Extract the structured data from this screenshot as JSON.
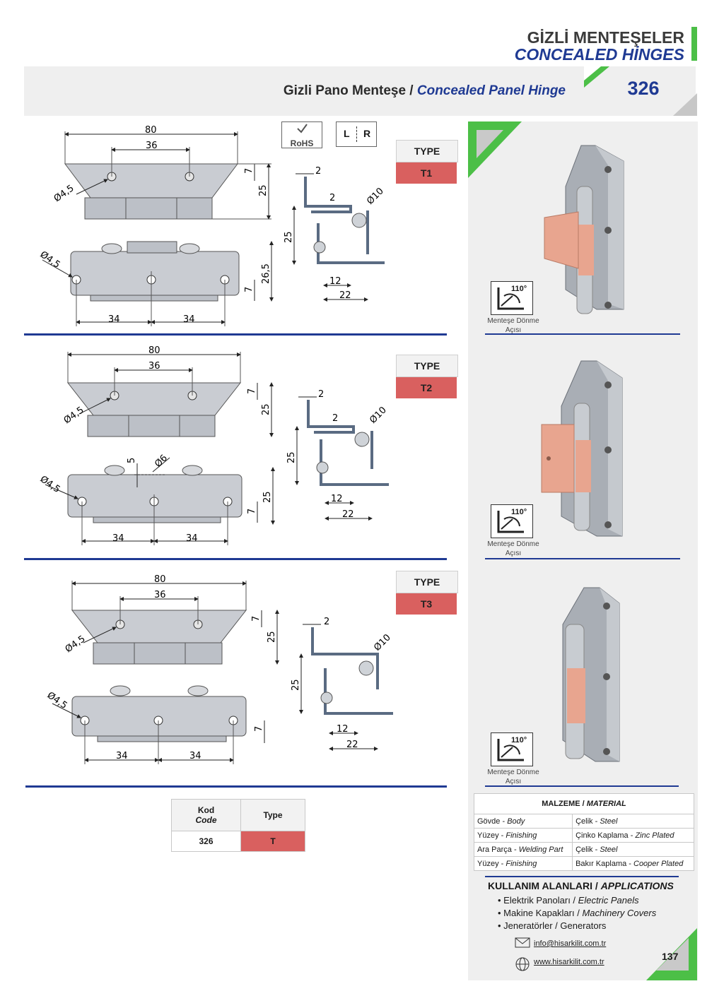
{
  "header": {
    "category_tr": "GİZLİ MENTEŞELER",
    "category_en": "CONCEALED HİNGES",
    "product_tr": "Gizli Pano Menteşe / ",
    "product_en": "Concealed Panel Hinge",
    "product_code": "326"
  },
  "badges": {
    "rohs": "RoHS",
    "left": "L",
    "right": "R"
  },
  "types": [
    {
      "header": "TYPE",
      "value": "T1"
    },
    {
      "header": "TYPE",
      "value": "T2"
    },
    {
      "header": "TYPE",
      "value": "T3"
    }
  ],
  "rotation": {
    "angle": "110°",
    "caption_1": "Menteşe Dönme",
    "caption_2": "Açısı"
  },
  "dims": {
    "d80": "80",
    "d36": "36",
    "d7": "7",
    "d25": "25",
    "d265": "26,5",
    "d34": "34",
    "d2": "2",
    "d10": "Ø10",
    "d12": "12",
    "d22": "22",
    "d45": "Ø4,5",
    "d6": "Ø6",
    "d5": "5"
  },
  "material": {
    "title_tr": "MALZEME / ",
    "title_en": "MATERIAL",
    "rows": [
      {
        "label_tr": "Gövde - ",
        "label_en": "Body",
        "value_tr": "Çelik - ",
        "value_en": "Steel"
      },
      {
        "label_tr": "Yüzey - ",
        "label_en": "Finishing",
        "value_tr": "Çinko Kaplama - ",
        "value_en": "Zinc Plated"
      },
      {
        "label_tr": "Ara Parça - ",
        "label_en": "Welding Part",
        "value_tr": "Çelik - ",
        "value_en": "Steel"
      },
      {
        "label_tr": "Yüzey - ",
        "label_en": "Finishing",
        "value_tr": "Bakır Kaplama - ",
        "value_en": "Cooper Plated"
      }
    ]
  },
  "applications": {
    "title_tr": "KULLANIM ALANLARI / ",
    "title_en": "APPLICATIONS",
    "items": [
      {
        "tr": "• Elektrik Panoları / ",
        "en": "Electric Panels"
      },
      {
        "tr": "• Makine Kapakları / ",
        "en": "Machinery Covers"
      },
      {
        "tr": "• Jeneratörler / Generators",
        "en": ""
      }
    ]
  },
  "code_table": {
    "kod": "Kod",
    "code": "Code",
    "type": "Type",
    "row_code": "326",
    "row_type": "T"
  },
  "contact": {
    "email": "info@hisarkilit.com.tr",
    "web": "www.hisarkilit.com.tr"
  },
  "page_number": "137",
  "colors": {
    "brand_blue": "#1f3a93",
    "green": "#4cbf47",
    "type_red": "#d9605f",
    "copper": "#e8a58f"
  }
}
